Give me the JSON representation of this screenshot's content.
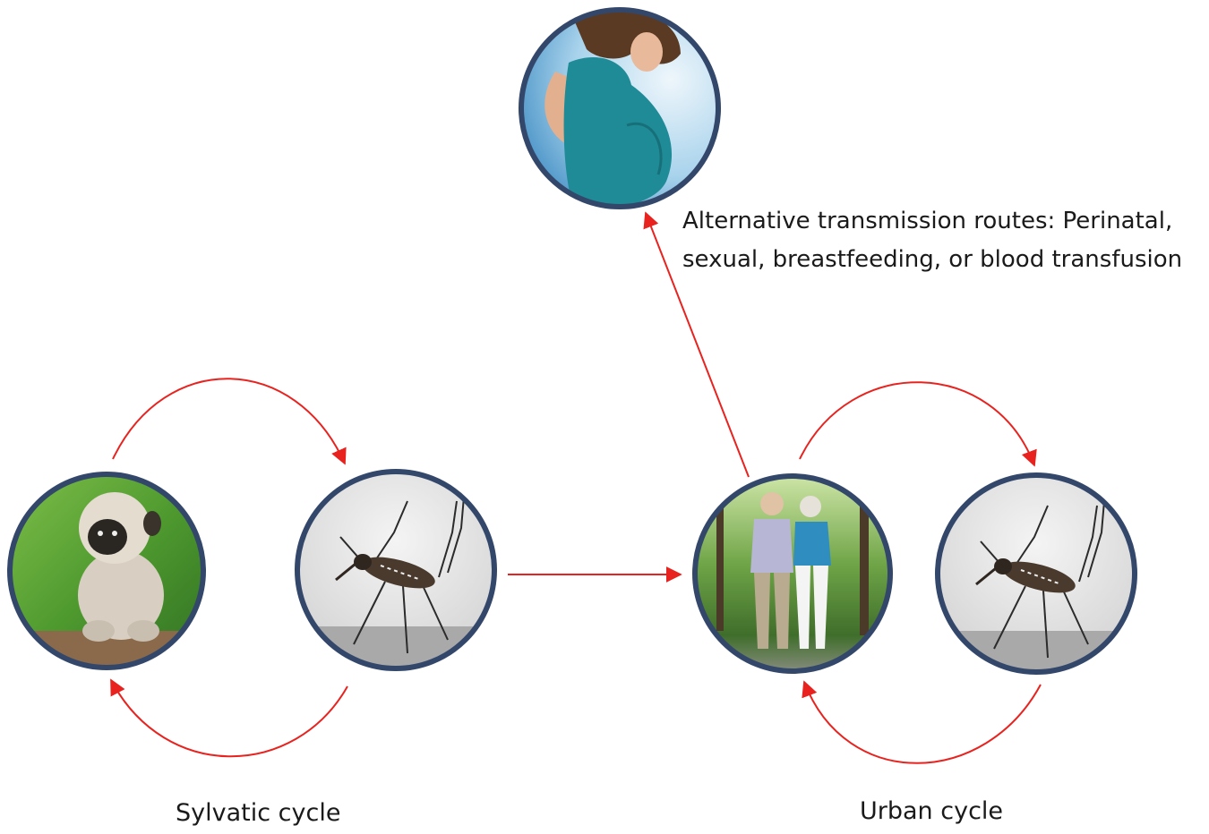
{
  "labels": {
    "alternative_line1": "Alternative transmission routes: Perinatal,",
    "alternative_line2": "sexual, breastfeeding, or blood transfusion",
    "sylvatic": "Sylvatic cycle",
    "urban": "Urban cycle"
  },
  "nodes": [
    {
      "id": "pregnant-woman",
      "icon": "pregnant-woman-photo"
    },
    {
      "id": "monkey",
      "icon": "monkey-photo"
    },
    {
      "id": "mosquito-sylvatic",
      "icon": "mosquito-photo"
    },
    {
      "id": "humans",
      "icon": "elderly-couple-photo"
    },
    {
      "id": "mosquito-urban",
      "icon": "mosquito-photo"
    }
  ],
  "colors": {
    "arrow": "#e8231f",
    "circle_border": "#33476b",
    "text": "#1a1a1a"
  }
}
